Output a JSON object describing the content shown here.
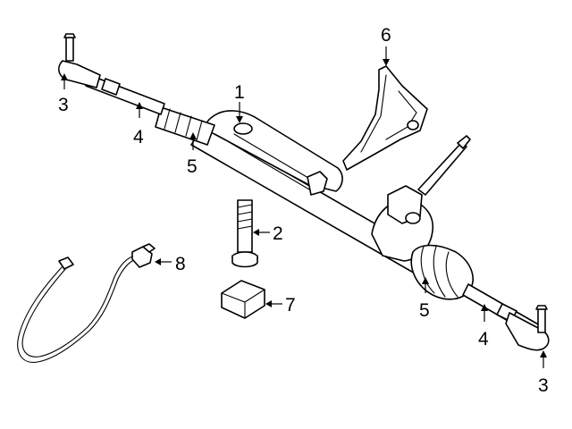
{
  "diagram": {
    "callouts": [
      {
        "id": "c1",
        "number": "1"
      },
      {
        "id": "c2",
        "number": "2"
      },
      {
        "id": "c3a",
        "number": "3"
      },
      {
        "id": "c3b",
        "number": "3"
      },
      {
        "id": "c4a",
        "number": "4"
      },
      {
        "id": "c4b",
        "number": "4"
      },
      {
        "id": "c5a",
        "number": "5"
      },
      {
        "id": "c5b",
        "number": "5"
      },
      {
        "id": "c6",
        "number": "6"
      },
      {
        "id": "c7",
        "number": "7"
      },
      {
        "id": "c8",
        "number": "8"
      }
    ]
  }
}
